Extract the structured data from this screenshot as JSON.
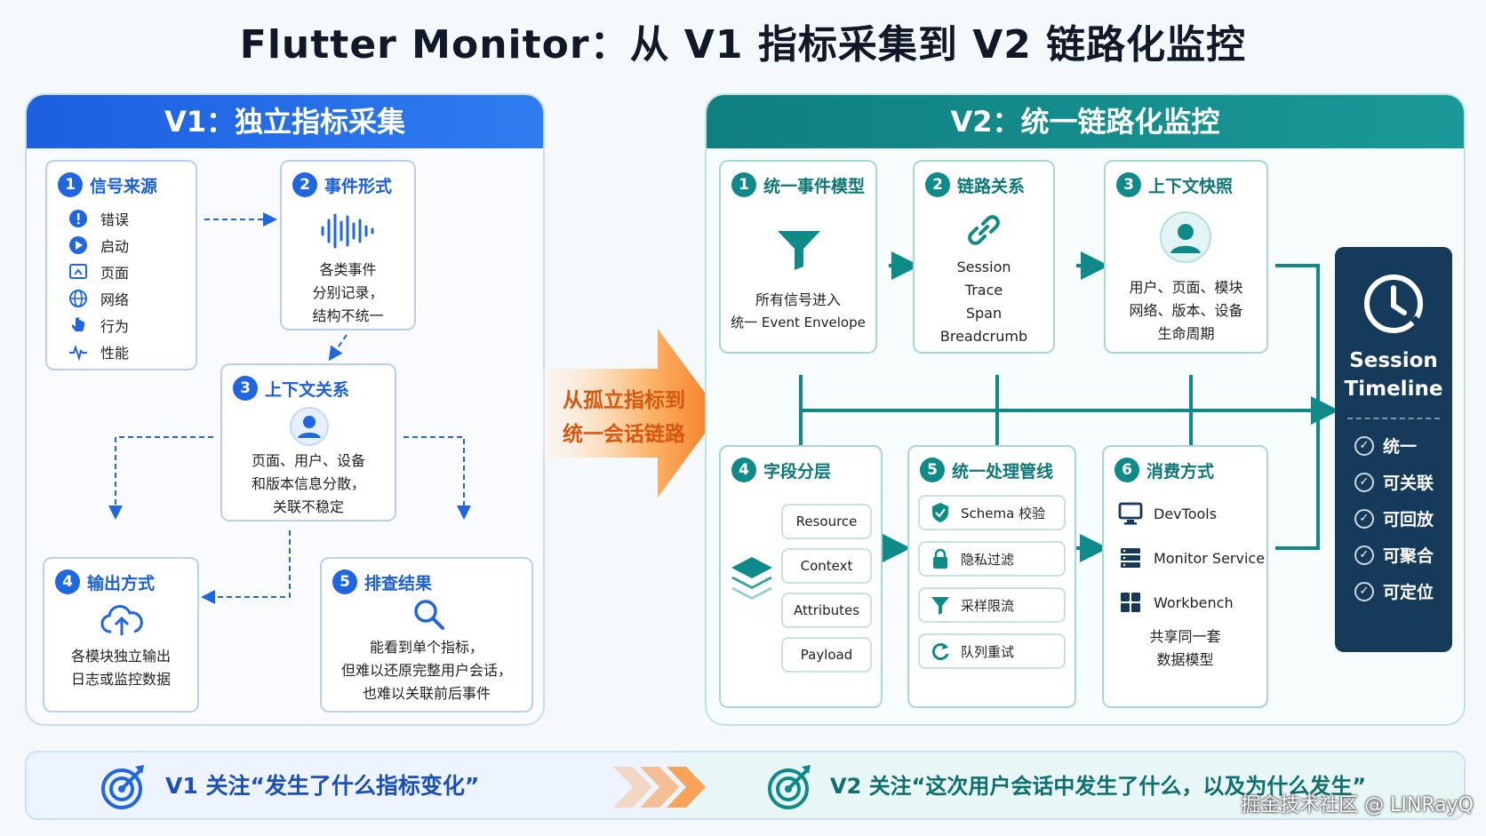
{
  "title": "Flutter Monitor：从 V1 指标采集到 V2 链路化监控",
  "v1": {
    "header": "V1：独立指标采集",
    "box1": {
      "num": "1",
      "title": "信号来源",
      "items": [
        {
          "icon": "alert-icon",
          "label": "错误"
        },
        {
          "icon": "play-icon",
          "label": "启动"
        },
        {
          "icon": "page-icon",
          "label": "页面"
        },
        {
          "icon": "globe-icon",
          "label": "网络"
        },
        {
          "icon": "hand-icon",
          "label": "行为"
        },
        {
          "icon": "pulse-icon",
          "label": "性能"
        }
      ]
    },
    "box2": {
      "num": "2",
      "title": "事件形式",
      "lines": [
        "各类事件",
        "分别记录，",
        "结构不统一"
      ]
    },
    "box3": {
      "num": "3",
      "title": "上下文关系",
      "lines": [
        "页面、用户、设备",
        "和版本信息分散，",
        "关联不稳定"
      ]
    },
    "box4": {
      "num": "4",
      "title": "输出方式",
      "lines": [
        "各模块独立输出",
        "日志或监控数据"
      ]
    },
    "box5": {
      "num": "5",
      "title": "排查结果",
      "lines": [
        "能看到单个指标，",
        "但难以还原完整用户会话，",
        "也难以关联前后事件"
      ]
    }
  },
  "transition": [
    "从孤立指标到",
    "统一会话链路"
  ],
  "v2": {
    "header": "V2：统一链路化监控",
    "box1": {
      "num": "1",
      "title": "统一事件模型",
      "lines": [
        "所有信号进入",
        "统一 Event Envelope"
      ]
    },
    "box2": {
      "num": "2",
      "title": "链路关系",
      "lines": [
        "Session",
        "Trace",
        "Span",
        "Breadcrumb"
      ]
    },
    "box3": {
      "num": "3",
      "title": "上下文快照",
      "lines": [
        "用户、页面、模块",
        "网络、版本、设备",
        "生命周期"
      ]
    },
    "box4": {
      "num": "4",
      "title": "字段分层",
      "pills": [
        "Resource",
        "Context",
        "Attributes",
        "Payload"
      ]
    },
    "box5": {
      "num": "5",
      "title": "统一处理管线",
      "pills": [
        {
          "icon": "shield-icon",
          "label": "Schema 校验"
        },
        {
          "icon": "lock-icon",
          "label": "隐私过滤"
        },
        {
          "icon": "filter-icon",
          "label": "采样限流"
        },
        {
          "icon": "retry-icon",
          "label": "队列重试"
        }
      ]
    },
    "box6": {
      "num": "6",
      "title": "消费方式",
      "items": [
        {
          "icon": "monitor-icon",
          "label": "DevTools"
        },
        {
          "icon": "server-icon",
          "label": "Monitor Service"
        },
        {
          "icon": "grid-icon",
          "label": "Workbench"
        }
      ],
      "lines": [
        "共享同一套",
        "数据模型"
      ]
    },
    "timeline": {
      "title": [
        "Session",
        "Timeline"
      ],
      "items": [
        "统一",
        "可关联",
        "可回放",
        "可聚合",
        "可定位"
      ]
    }
  },
  "bottom": {
    "left": "V1 关注“发生了什么指标变化”",
    "right": "V2 关注“这次用户会话中发生了什么，以及为什么发生”"
  },
  "watermark": "掘金技术社区 @ LINRayQ",
  "colors": {
    "v1": "#1f66e0",
    "v2": "#0e8a89",
    "arrow": "#f58a2a",
    "timeline": "#153a5a"
  }
}
